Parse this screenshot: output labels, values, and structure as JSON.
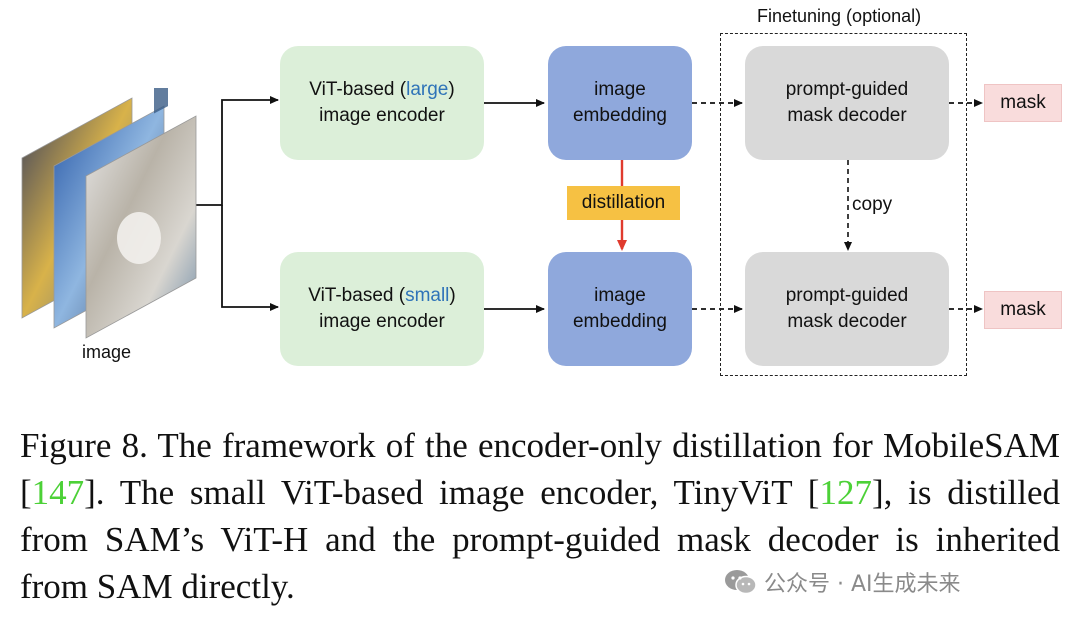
{
  "figure": {
    "top_encoder": {
      "line1_pre": "ViT-based (",
      "line1_accent": "large",
      "line1_post": ")",
      "line2": "image encoder"
    },
    "bottom_encoder": {
      "line1_pre": "ViT-based (",
      "line1_accent": "small",
      "line1_post": ")",
      "line2": "image encoder"
    },
    "embedding": {
      "line1": "image",
      "line2": "embedding"
    },
    "decoder": {
      "line1": "prompt-guided",
      "line2": "mask decoder"
    },
    "mask_label": "mask",
    "distillation_label": "distillation",
    "copy_label": "copy",
    "finetuning_label": "Finetuning (optional)",
    "image_label": "image",
    "colors": {
      "encoder": "#dcefd9",
      "embedding": "#8fa8dc",
      "decoder": "#d9d9d9",
      "mask": "#f9dcdc",
      "distill": "#f6c143",
      "accent": "#2e73b8",
      "red_arrow": "#e03b2e",
      "citation": "#4cd137"
    }
  },
  "caption": {
    "part1": "Figure 8. The framework of the encoder-only distillation for MobileSAM [",
    "cite1": "147",
    "part2": "]. The small ViT-based image encoder, TinyViT [",
    "cite2": "127",
    "part3": "], is distilled from SAM’s ViT-H and the prompt-guided mask decoder is inherited from SAM directly."
  },
  "watermark": {
    "text": "公众号 · AI生成未来",
    "icon": "wechat-icon"
  }
}
